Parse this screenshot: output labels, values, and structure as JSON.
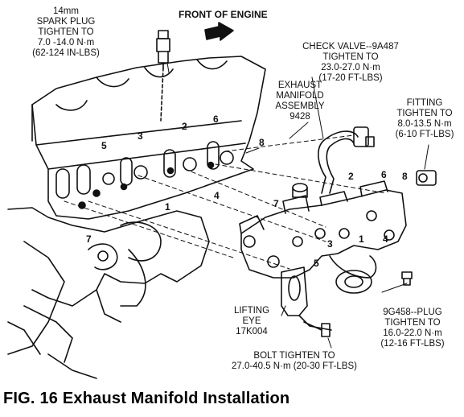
{
  "figure": {
    "caption": "FIG. 16  Exhaust Manifold Installation"
  },
  "callouts": {
    "spark_plug": [
      "14mm",
      "SPARK PLUG",
      "TIGHTEN TO",
      "7.0 -14.0 N·m",
      "(62-124 IN-LBS)"
    ],
    "front_of_engine": "FRONT OF ENGINE",
    "check_valve": [
      "CHECK VALVE--9A487",
      "TIGHTEN TO",
      "23.0-27.0 N·m",
      "(17-20 FT-LBS)"
    ],
    "exhaust_manifold": [
      "EXHAUST",
      "MANIFOLD",
      "ASSEMBLY",
      "9428"
    ],
    "fitting": [
      "FITTING",
      "TIGHTEN TO",
      "8.0-13.5 N·m",
      "(6-10 FT-LBS)"
    ],
    "lifting_eye": [
      "LIFTING",
      "EYE",
      "17K004"
    ],
    "plug": [
      "9G458--PLUG",
      "TIGHTEN TO",
      "16.0-22.0 N·m",
      "(12-16 FT-LBS)"
    ],
    "bolt": [
      "BOLT TIGHTEN TO",
      "27.0-40.5 N·m (20-30 FT-LBS)"
    ]
  },
  "sequence_numbers": {
    "head": [
      "1",
      "2",
      "3",
      "4",
      "5",
      "6",
      "7",
      "8"
    ],
    "manifold": [
      "1",
      "2",
      "3",
      "4",
      "5",
      "6",
      "7",
      "8"
    ]
  },
  "colors": {
    "ink": "#111111",
    "paper": "#ffffff"
  }
}
